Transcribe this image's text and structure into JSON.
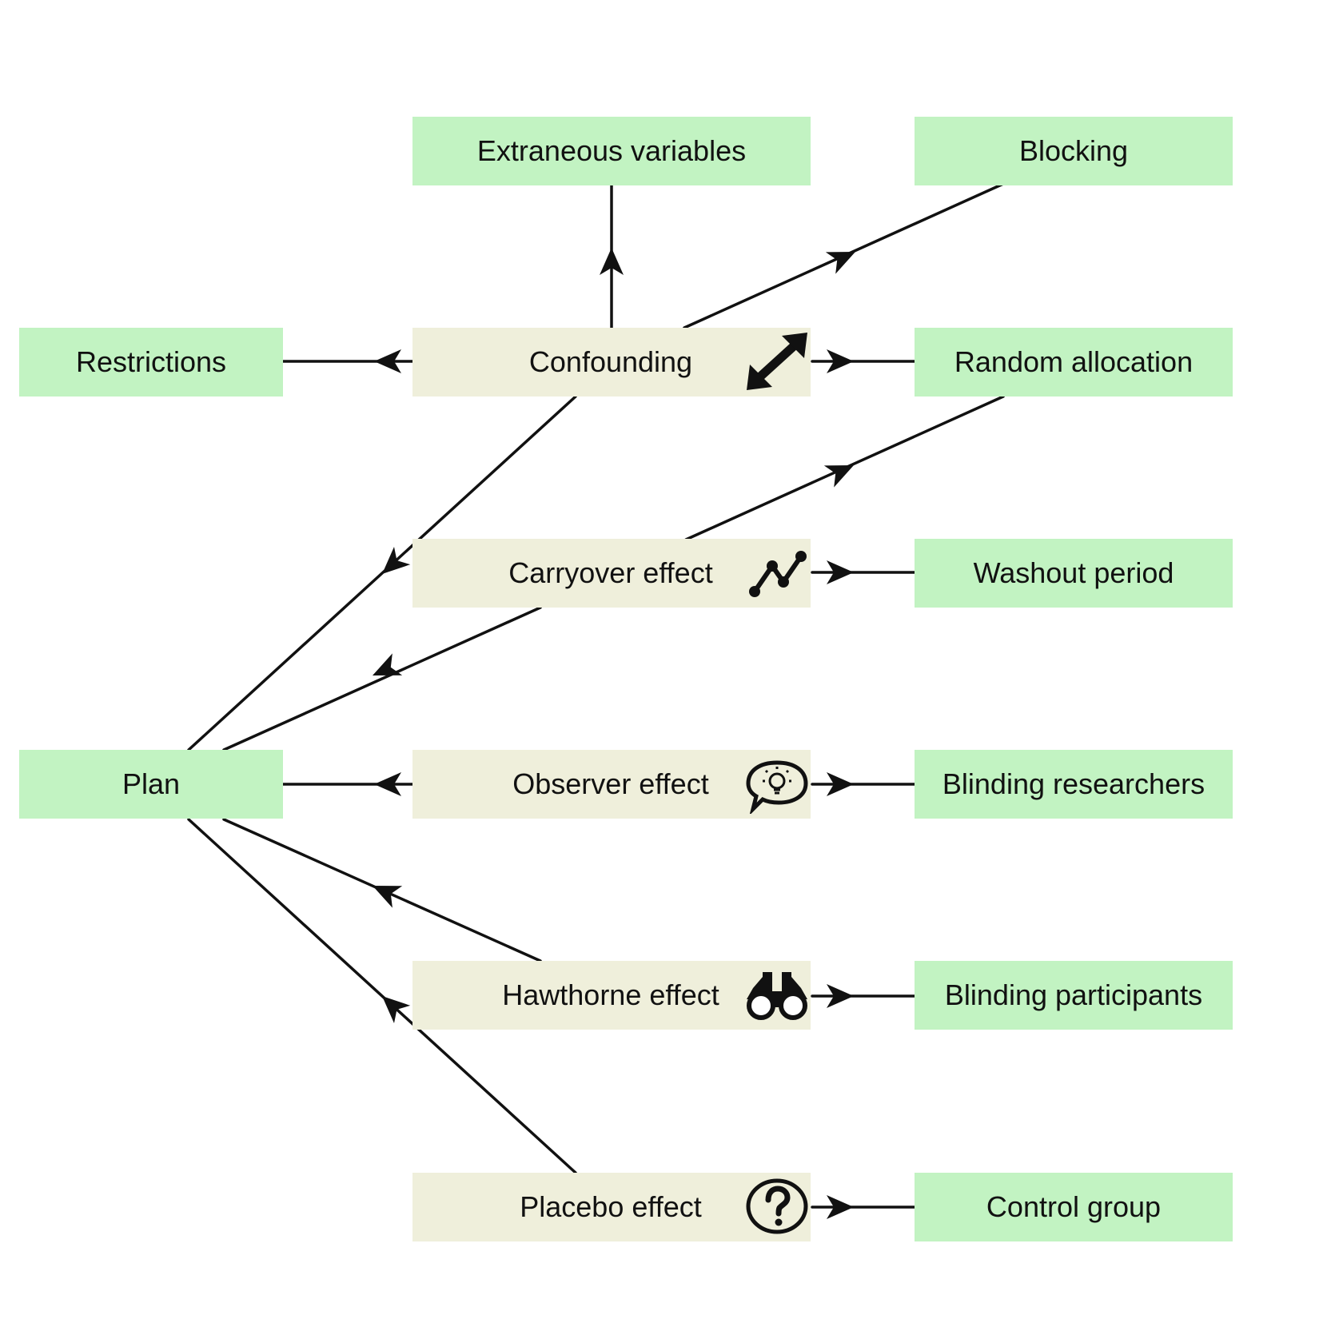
{
  "nodes": {
    "extraneous": "Extraneous variables",
    "blocking": "Blocking",
    "restrictions": "Restrictions",
    "confounding": "Confounding",
    "random_allocation": "Random allocation",
    "carryover": "Carryover effect",
    "washout": "Washout period",
    "plan": "Plan",
    "observer": "Observer effect",
    "blinding_researchers": "Blinding researchers",
    "hawthorne": "Hawthorne effect",
    "blinding_participants": "Blinding participants",
    "placebo": "Placebo effect",
    "control_group": "Control group"
  },
  "icons": {
    "confounding": "double-arrow-icon",
    "carryover": "line-graph-icon",
    "observer": "speech-bubble-lightbulb-icon",
    "hawthorne": "binoculars-icon",
    "placebo": "question-circle-icon"
  },
  "colors": {
    "solution_fill": "#c2f3c2",
    "issue_fill": "#efefdb",
    "line": "#111111"
  }
}
